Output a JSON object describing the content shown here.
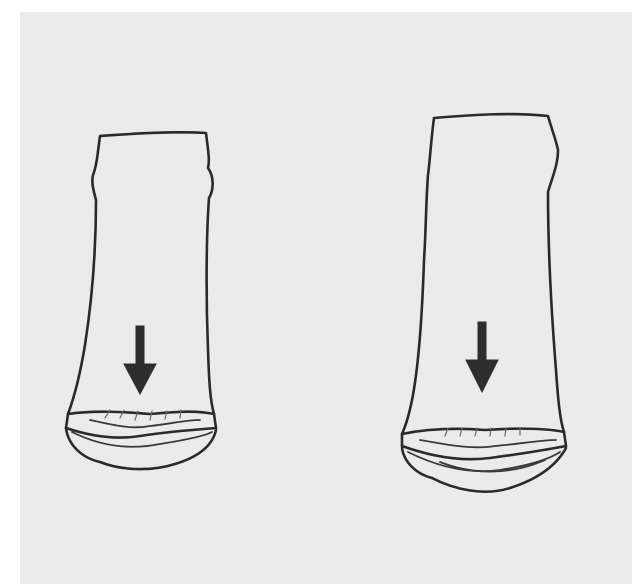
{
  "figure": {
    "background_color": "#ebebeb",
    "stroke_color": "#2a2a2a",
    "arrow_direction": "down",
    "bones": [
      {
        "name": "left-bone-sketch",
        "arrow": "arrow-down-icon"
      },
      {
        "name": "right-bone-sketch",
        "arrow": "arrow-down-icon"
      }
    ]
  }
}
